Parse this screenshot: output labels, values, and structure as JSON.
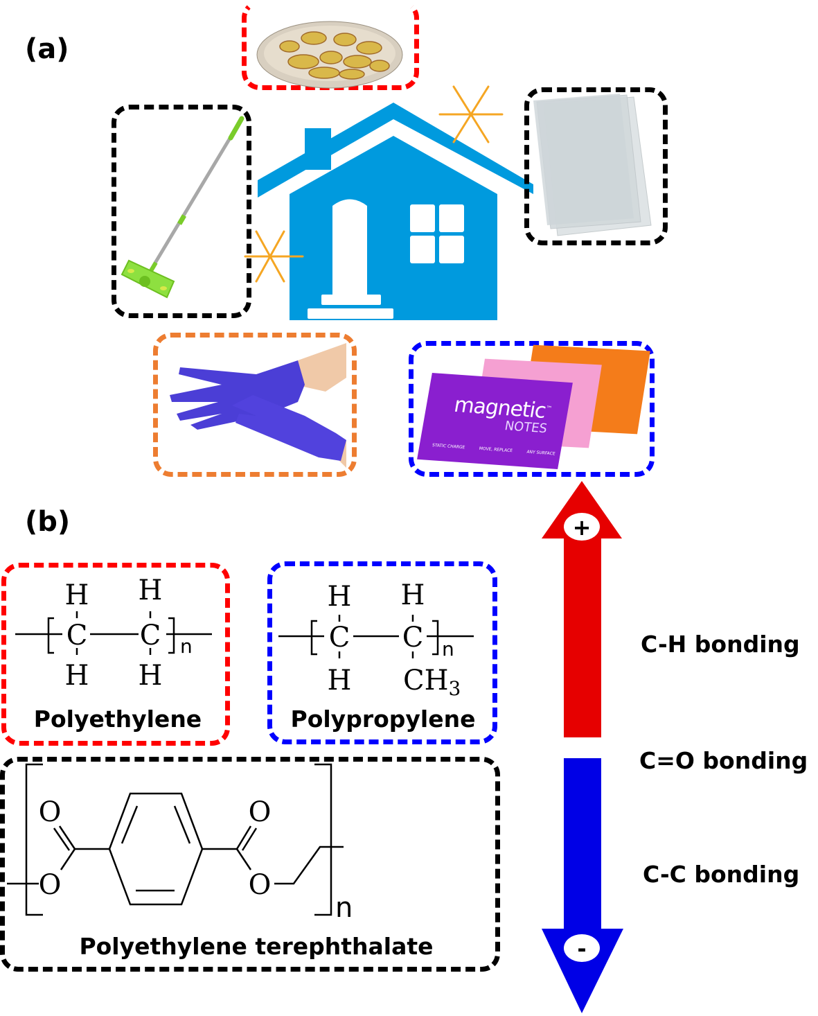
{
  "panels": {
    "a_label": "(a)",
    "b_label": "(b)"
  },
  "colors": {
    "house_blue": "#009ade",
    "sparkle_orange": "#f5a623",
    "polyethylene_box": "#ff0000",
    "polypropylene_box": "#0000ff",
    "pet_box": "#000000",
    "gloves_box": "#ed7d31",
    "notes_box": "#0000ff",
    "positive_arrow": "#e60000",
    "negative_arrow": "#0000e6"
  },
  "products": [
    {
      "name": "food-wrap-plate",
      "box_color": "red"
    },
    {
      "name": "mop",
      "box_color": "black"
    },
    {
      "name": "plastic-sheets",
      "box_color": "black"
    },
    {
      "name": "nitrile-gloves",
      "box_color": "orange"
    },
    {
      "name": "magnetic-notes",
      "box_color": "blue"
    }
  ],
  "magnetic_notes": {
    "brand_line1": "magnetic",
    "brand_line2": "NOTES",
    "tm": "™",
    "features": [
      "STATIC CHARGE",
      "MOVE, REPLACE",
      "ANY SURFACE"
    ]
  },
  "structures": {
    "polyethylene": {
      "name": "Polyethylene",
      "atoms": {
        "h": "H",
        "c": "C",
        "n": "n"
      }
    },
    "polypropylene": {
      "name": "Polypropylene",
      "atoms": {
        "h": "H",
        "c": "C",
        "ch3": "CH",
        "sub3": "3",
        "n": "n"
      }
    },
    "pet": {
      "name": "Polyethylene terephthalate",
      "atoms": {
        "o": "O",
        "n": "n"
      }
    }
  },
  "scale": {
    "positive_sign": "+",
    "negative_sign": "-",
    "labels": [
      "C-H bonding",
      "C=O bonding",
      "C-C bonding"
    ]
  }
}
